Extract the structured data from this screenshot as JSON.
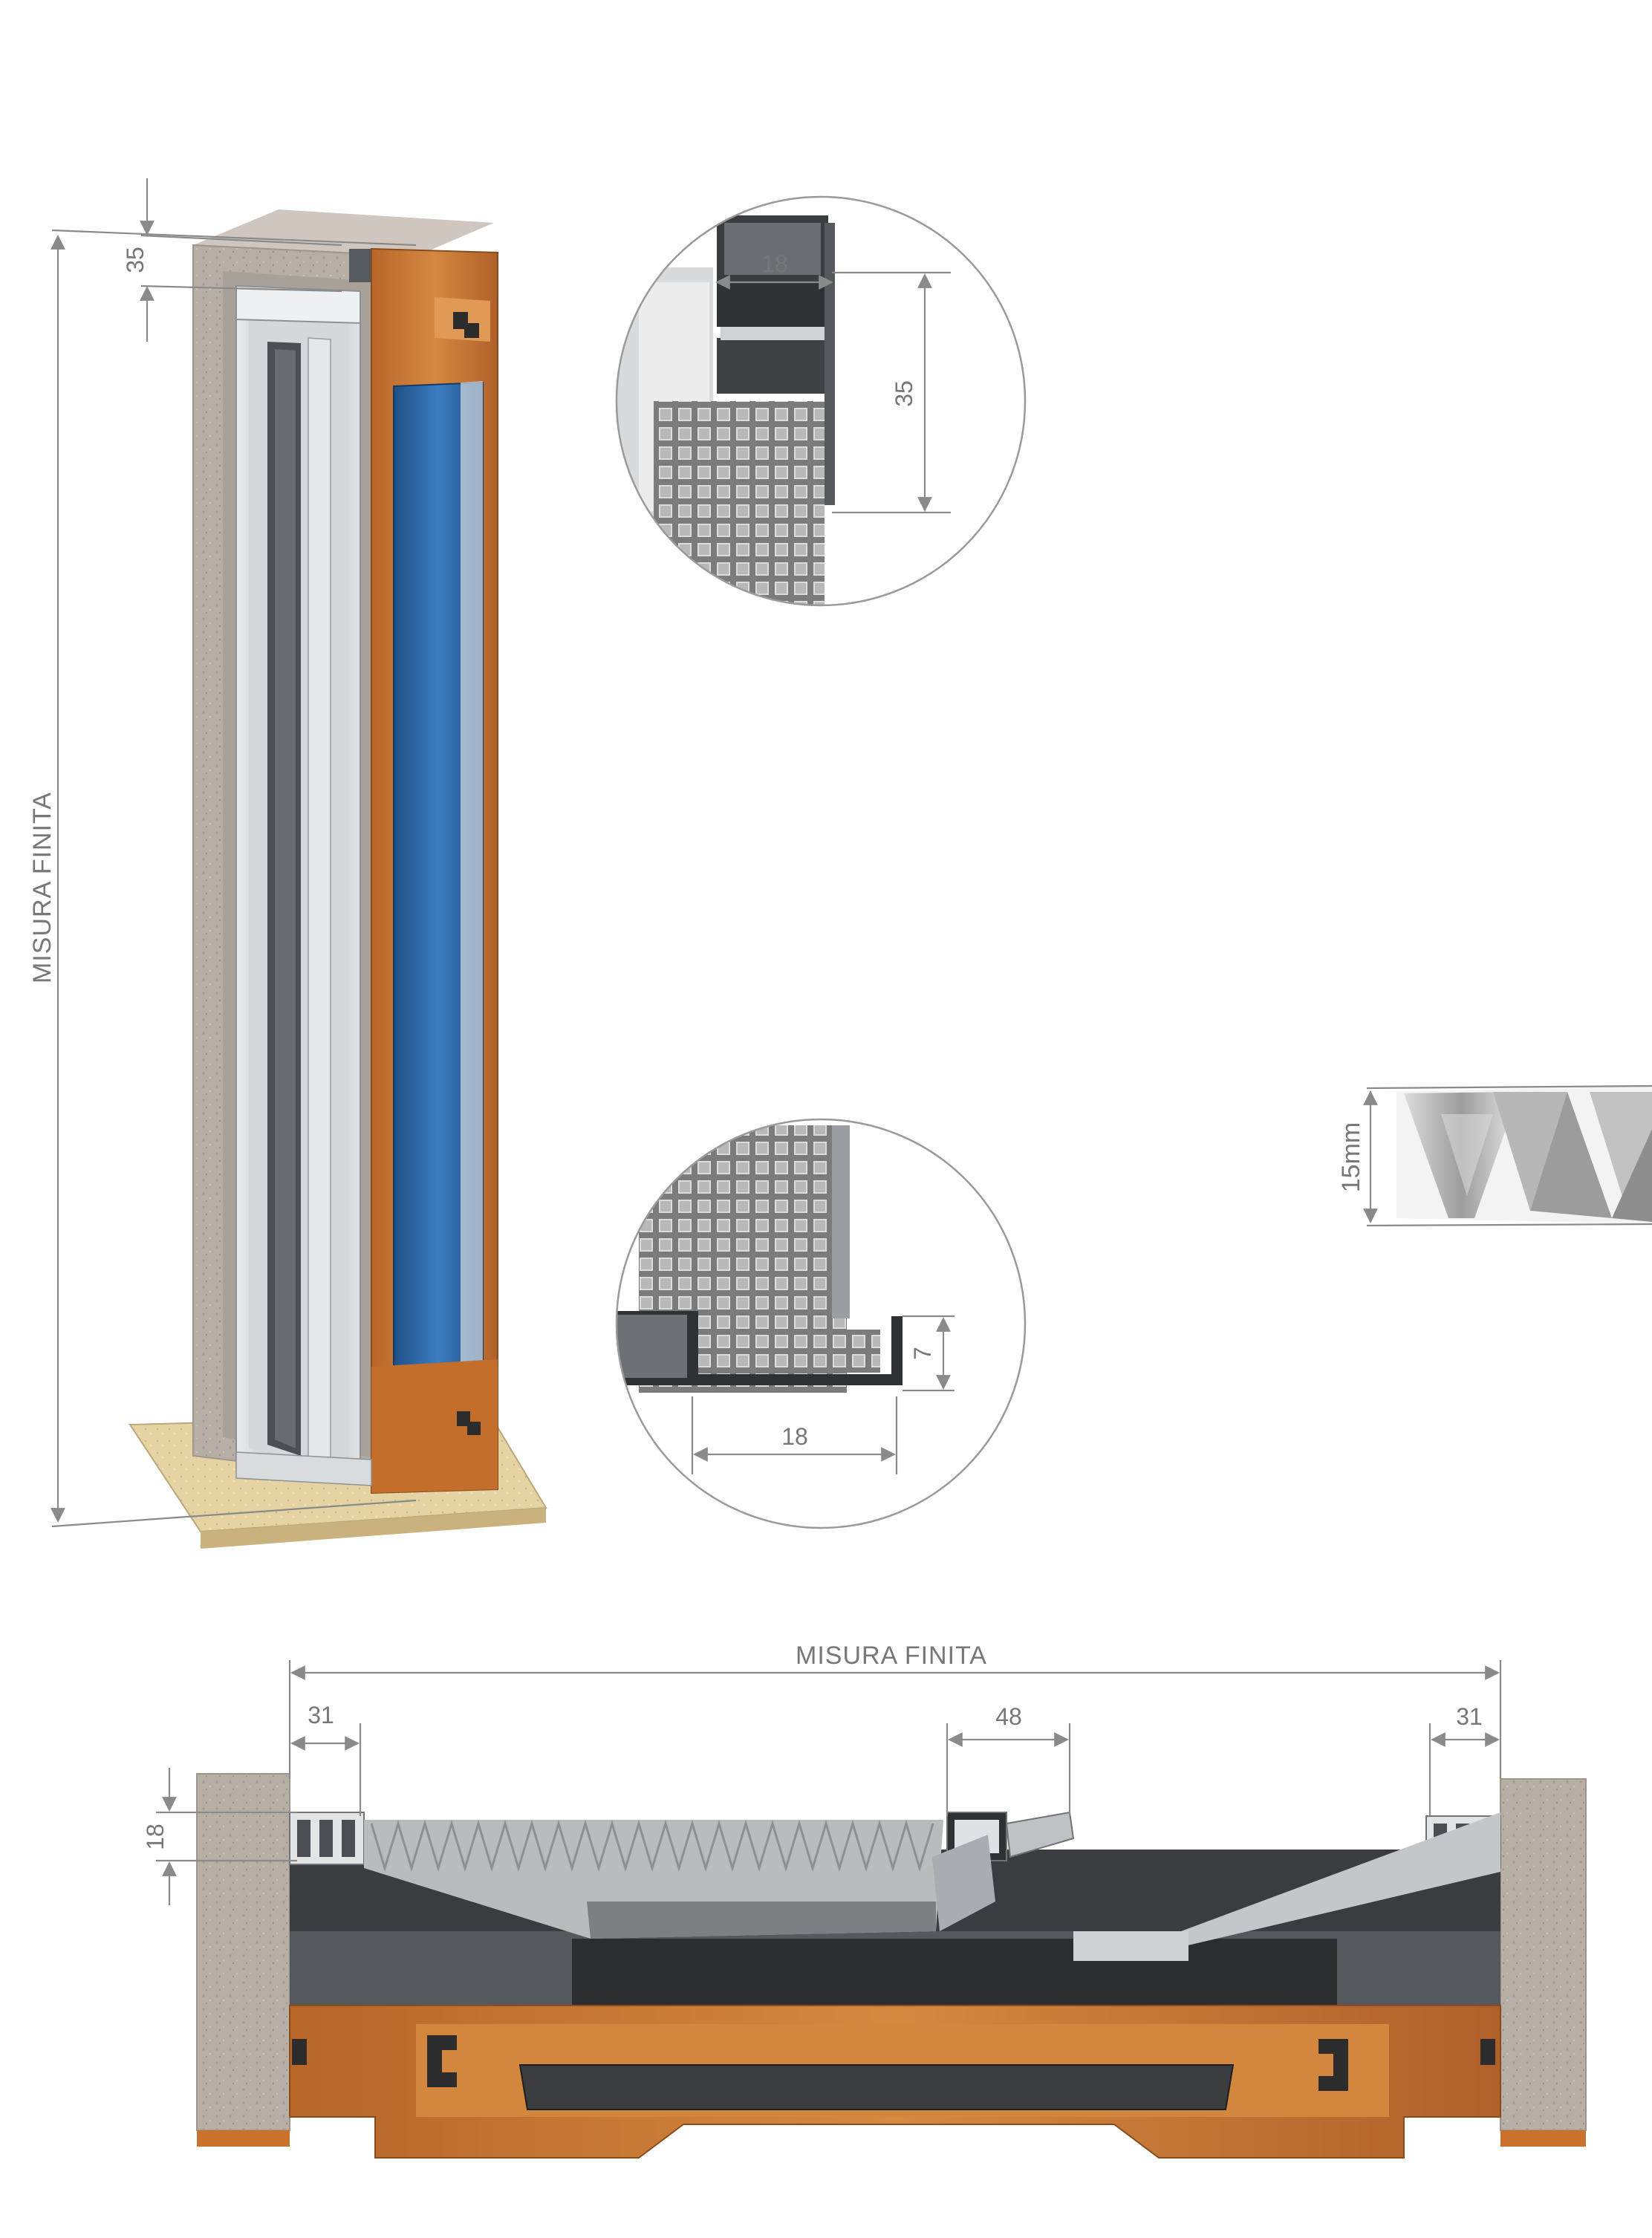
{
  "labels": {
    "overall_height": "MISURA FINITA",
    "overall_width": "MISURA FINITA",
    "top_rail_height": "35",
    "detail_top_width": "18",
    "detail_top_height": "35",
    "detail_bottom_height": "7",
    "detail_bottom_width": "18",
    "pleat_height": "15mm",
    "plan_left_side": "31",
    "plan_right_side": "31",
    "plan_handle": "48",
    "plan_depth": "18"
  },
  "colors": {
    "wood": "#c8752f",
    "wood_dark": "#9a5220",
    "concrete": "#b5aca4",
    "aluminium": "#c9cccf",
    "glass": "#2f6aa8",
    "dimension": "#8a8a8a"
  }
}
